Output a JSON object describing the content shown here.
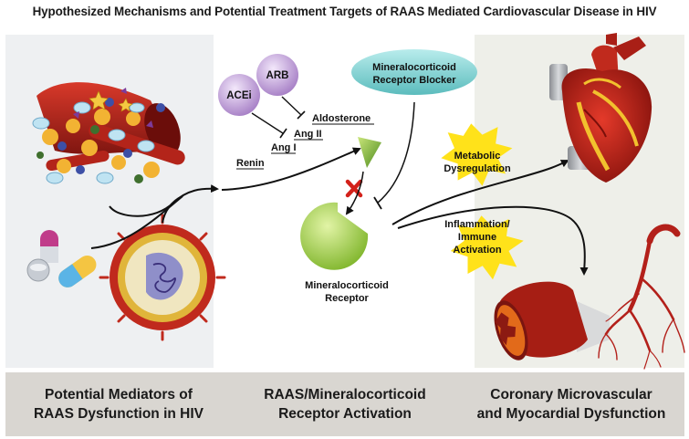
{
  "title": "Hypothesized Mechanisms and Potential Treatment Targets of RAAS Mediated Cardiovascular Disease in HIV",
  "drugs": {
    "acei": "ACEi",
    "arb": "ARB",
    "mr_blocker_line1": "Mineralocorticoid",
    "mr_blocker_line2": "Receptor Blocker"
  },
  "cascade": {
    "aldosterone": "Aldosterone",
    "ang2": "Ang II",
    "ang1": "Ang I",
    "renin": "Renin"
  },
  "receptor": {
    "line1": "Mineralocorticoid",
    "line2": "Receptor"
  },
  "effects": {
    "metabolic_line1": "Metabolic",
    "metabolic_line2": "Dysregulation",
    "inflam_line1": "Inflammation/",
    "inflam_line2": "Immune",
    "inflam_line3": "Activation"
  },
  "footer": [
    "Potential Mediators of\nRAAS Dysfunction in HIV",
    "RAAS/Mineralocorticoid\nReceptor Activation",
    "Coronary Microvascular\nand Myocardial Dysfunction"
  ],
  "colors": {
    "panel_left": "#eef0f2",
    "panel_right": "#eeefe9",
    "footer": "#d9d6d1",
    "purple": "#b48cd0",
    "teal": "#7fcfd0",
    "green": "#9ccf3c",
    "star": "#ffe21a",
    "red": "#c2261b"
  }
}
